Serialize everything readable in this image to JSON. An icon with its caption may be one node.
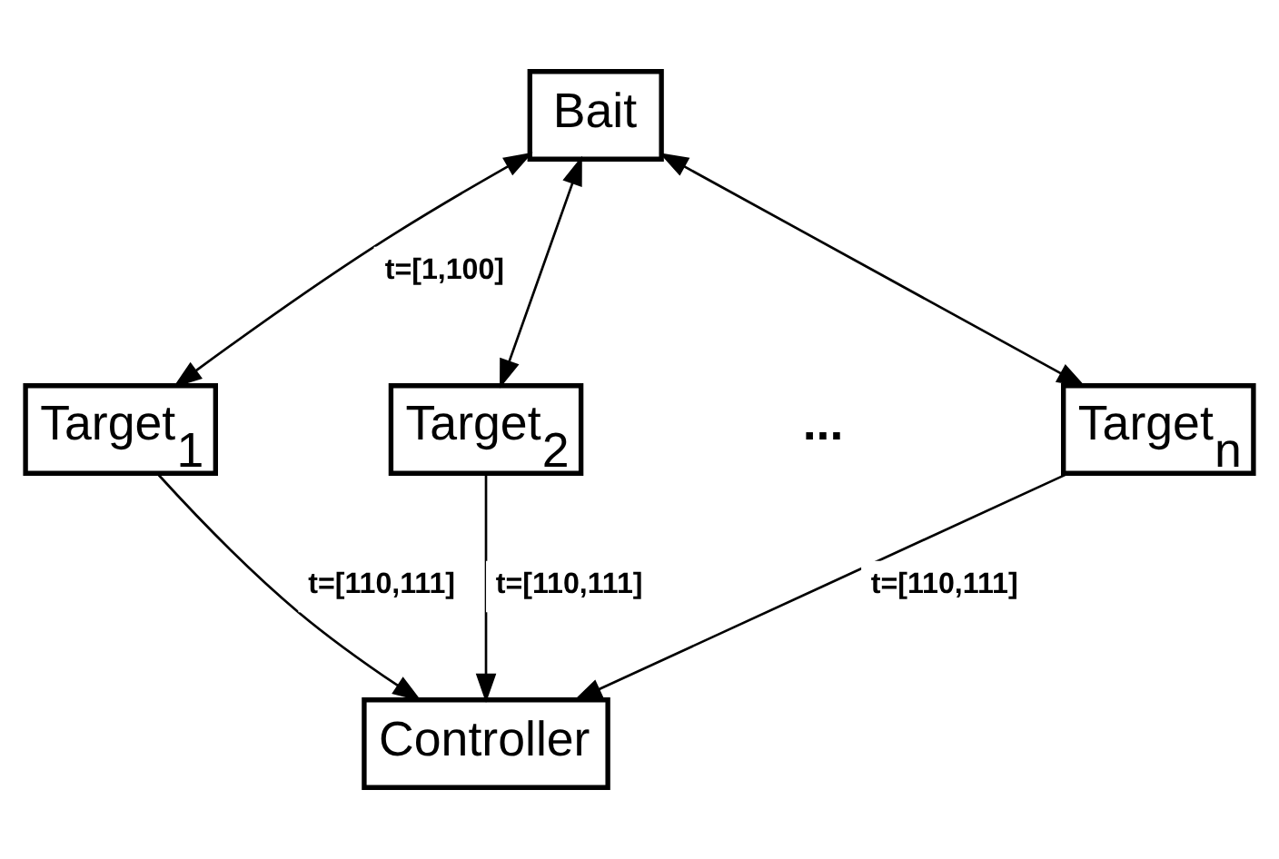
{
  "diagram": {
    "nodes": [
      {
        "text": [
          "Bait"
        ]
      },
      {
        "text": [
          "Target$_{1}$"
        ]
      },
      {
        "text": [
          "Target$_{2}$"
        ]
      },
      {
        "text": [
          "Target$_{n}$"
        ]
      },
      {
        "text": [
          "Controller"
        ]
      }
    ],
    "edges": [
      {
        "from": 0,
        "to": 1,
        "arrow": "both",
        "label": "t=[1,100]"
      },
      {
        "from": 0,
        "to": 2,
        "arrow": "both"
      },
      {
        "from": 0,
        "to": 3,
        "arrow": "both"
      },
      {
        "from": 1,
        "to": 4,
        "arrow": "to",
        "label": "t=[110,111]"
      },
      {
        "from": 2,
        "to": 4,
        "arrow": "to",
        "label": "t=[110,111]"
      },
      {
        "from": 3,
        "to": 4,
        "arrow": "to",
        "label": "t=[110,111]"
      }
    ],
    "labels": [
      "..."
    ]
  }
}
